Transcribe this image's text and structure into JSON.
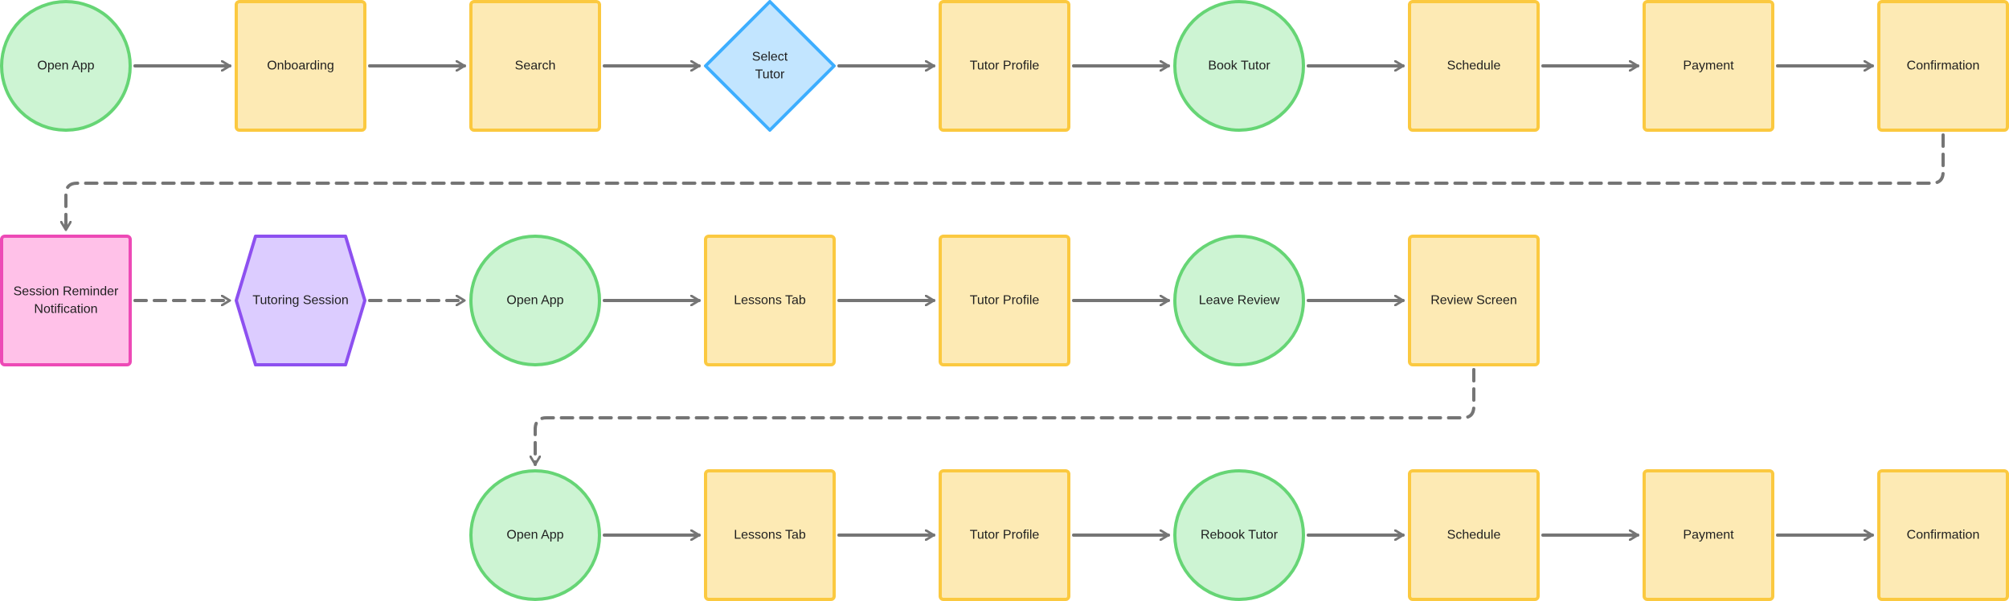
{
  "colors": {
    "start": {
      "fill": "#cdf4d3",
      "stroke": "#66d575"
    },
    "screen": {
      "fill": "#fdeab4",
      "stroke": "#fbc940"
    },
    "decision": {
      "fill": "#c2e5ff",
      "stroke": "#3daeff"
    },
    "notification": {
      "fill": "#ffc1e8",
      "stroke": "#ed4ab6"
    },
    "session": {
      "fill": "#dcccff",
      "stroke": "#8d50f0"
    },
    "connector": "#757575",
    "text": "#1f1f1f"
  },
  "rows": [
    {
      "nodes": [
        {
          "id": "r1-open-app",
          "shape": "circle",
          "kind": "start",
          "lines": [
            "Open App"
          ]
        },
        {
          "id": "r1-onboarding",
          "shape": "rect",
          "kind": "screen",
          "lines": [
            "Onboarding"
          ]
        },
        {
          "id": "r1-search",
          "shape": "rect",
          "kind": "screen",
          "lines": [
            "Search"
          ]
        },
        {
          "id": "r1-select-tutor",
          "shape": "diamond",
          "kind": "decision",
          "lines": [
            "Select",
            "Tutor"
          ]
        },
        {
          "id": "r1-tutor-profile",
          "shape": "rect",
          "kind": "screen",
          "lines": [
            "Tutor Profile"
          ]
        },
        {
          "id": "r1-book-tutor",
          "shape": "circle",
          "kind": "start",
          "lines": [
            "Book Tutor"
          ]
        },
        {
          "id": "r1-schedule",
          "shape": "rect",
          "kind": "screen",
          "lines": [
            "Schedule"
          ]
        },
        {
          "id": "r1-payment",
          "shape": "rect",
          "kind": "screen",
          "lines": [
            "Payment"
          ]
        },
        {
          "id": "r1-confirmation",
          "shape": "rect",
          "kind": "screen",
          "lines": [
            "Confirmation"
          ]
        }
      ]
    },
    {
      "nodes": [
        {
          "id": "r2-session-reminder",
          "shape": "rect",
          "kind": "notification",
          "lines": [
            "Session Reminder",
            "Notification"
          ]
        },
        {
          "id": "r2-tutoring-session",
          "shape": "hexagon",
          "kind": "session",
          "lines": [
            "Tutoring Session"
          ]
        },
        {
          "id": "r2-open-app",
          "shape": "circle",
          "kind": "start",
          "lines": [
            "Open App"
          ]
        },
        {
          "id": "r2-lessons-tab",
          "shape": "rect",
          "kind": "screen",
          "lines": [
            "Lessons Tab"
          ]
        },
        {
          "id": "r2-tutor-profile",
          "shape": "rect",
          "kind": "screen",
          "lines": [
            "Tutor Profile"
          ]
        },
        {
          "id": "r2-leave-review",
          "shape": "circle",
          "kind": "start",
          "lines": [
            "Leave Review"
          ]
        },
        {
          "id": "r2-review-screen",
          "shape": "rect",
          "kind": "screen",
          "lines": [
            "Review Screen"
          ]
        }
      ]
    },
    {
      "nodes": [
        {
          "id": "r3-open-app",
          "shape": "circle",
          "kind": "start",
          "lines": [
            "Open App"
          ]
        },
        {
          "id": "r3-lessons-tab",
          "shape": "rect",
          "kind": "screen",
          "lines": [
            "Lessons Tab"
          ]
        },
        {
          "id": "r3-tutor-profile",
          "shape": "rect",
          "kind": "screen",
          "lines": [
            "Tutor Profile"
          ]
        },
        {
          "id": "r3-rebook-tutor",
          "shape": "circle",
          "kind": "start",
          "lines": [
            "Rebook Tutor"
          ]
        },
        {
          "id": "r3-schedule",
          "shape": "rect",
          "kind": "screen",
          "lines": [
            "Schedule"
          ]
        },
        {
          "id": "r3-payment",
          "shape": "rect",
          "kind": "screen",
          "lines": [
            "Payment"
          ]
        },
        {
          "id": "r3-confirmation",
          "shape": "rect",
          "kind": "screen",
          "lines": [
            "Confirmation"
          ]
        }
      ]
    }
  ],
  "edges": [
    {
      "from": "r1-open-app",
      "to": "r1-onboarding",
      "style": "solid"
    },
    {
      "from": "r1-onboarding",
      "to": "r1-search",
      "style": "solid"
    },
    {
      "from": "r1-search",
      "to": "r1-select-tutor",
      "style": "solid"
    },
    {
      "from": "r1-select-tutor",
      "to": "r1-tutor-profile",
      "style": "solid"
    },
    {
      "from": "r1-tutor-profile",
      "to": "r1-book-tutor",
      "style": "solid"
    },
    {
      "from": "r1-book-tutor",
      "to": "r1-schedule",
      "style": "solid"
    },
    {
      "from": "r1-schedule",
      "to": "r1-payment",
      "style": "solid"
    },
    {
      "from": "r1-payment",
      "to": "r1-confirmation",
      "style": "solid"
    },
    {
      "from": "r1-confirmation",
      "to": "r2-session-reminder",
      "style": "dashed"
    },
    {
      "from": "r2-session-reminder",
      "to": "r2-tutoring-session",
      "style": "dashed"
    },
    {
      "from": "r2-tutoring-session",
      "to": "r2-open-app",
      "style": "dashed"
    },
    {
      "from": "r2-open-app",
      "to": "r2-lessons-tab",
      "style": "solid"
    },
    {
      "from": "r2-lessons-tab",
      "to": "r2-tutor-profile",
      "style": "solid"
    },
    {
      "from": "r2-tutor-profile",
      "to": "r2-leave-review",
      "style": "solid"
    },
    {
      "from": "r2-leave-review",
      "to": "r2-review-screen",
      "style": "solid"
    },
    {
      "from": "r2-review-screen",
      "to": "r3-open-app",
      "style": "dashed"
    },
    {
      "from": "r3-open-app",
      "to": "r3-lessons-tab",
      "style": "solid"
    },
    {
      "from": "r3-lessons-tab",
      "to": "r3-tutor-profile",
      "style": "solid"
    },
    {
      "from": "r3-tutor-profile",
      "to": "r3-rebook-tutor",
      "style": "solid"
    },
    {
      "from": "r3-rebook-tutor",
      "to": "r3-schedule",
      "style": "solid"
    },
    {
      "from": "r3-schedule",
      "to": "r3-payment",
      "style": "solid"
    },
    {
      "from": "r3-payment",
      "to": "r3-confirmation",
      "style": "solid"
    }
  ]
}
